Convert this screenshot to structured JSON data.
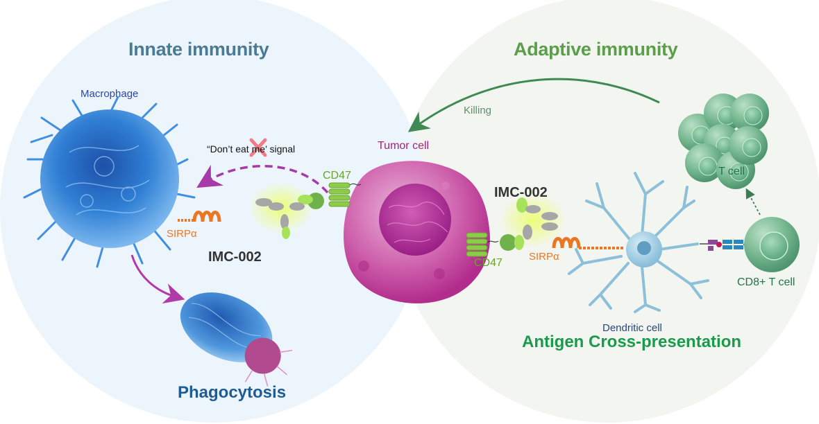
{
  "sections": {
    "innate": {
      "title": "Innate immunity",
      "bg_color": "#edf5fc",
      "title_color": "#4a7b92"
    },
    "adaptive": {
      "title": "Adaptive immunity",
      "bg_color": "#f3f5f1",
      "title_color": "#5a9e4a"
    }
  },
  "cells": {
    "macrophage": {
      "label": "Macrophage",
      "color": "#2f7fd4"
    },
    "tumor_cell": {
      "label": "Tumor cell",
      "color": "#c1409c"
    },
    "t_cell": {
      "label": "T cell",
      "color": "#6fb58b"
    },
    "cd8_t_cell": {
      "label": "CD8+ T cell",
      "color": "#6fb58b"
    },
    "dendritic_cell": {
      "label": "Dendritic cell",
      "color": "#8cc0d9"
    }
  },
  "molecules": {
    "cd47_left": "CD47",
    "cd47_right": "CD47",
    "sirpa_left": "SIRPα",
    "sirpa_right": "SIRPα",
    "drug_left": "IMC-002",
    "drug_right": "IMC-002"
  },
  "annotations": {
    "signal": "“Don’t eat me’ signal",
    "killing": "Killing"
  },
  "outcomes": {
    "phagocytosis": "Phagocytosis",
    "antigen_cross_presentation": "Antigen Cross-presentation"
  },
  "colors": {
    "signal_arrow": "#a63aa8",
    "killing_arrow": "#3f8a52",
    "block_x": "#f0707a",
    "cd47": "#8dcb4a",
    "sirpa": "#ea7724",
    "antibody_glow": "#e7ff7a"
  }
}
